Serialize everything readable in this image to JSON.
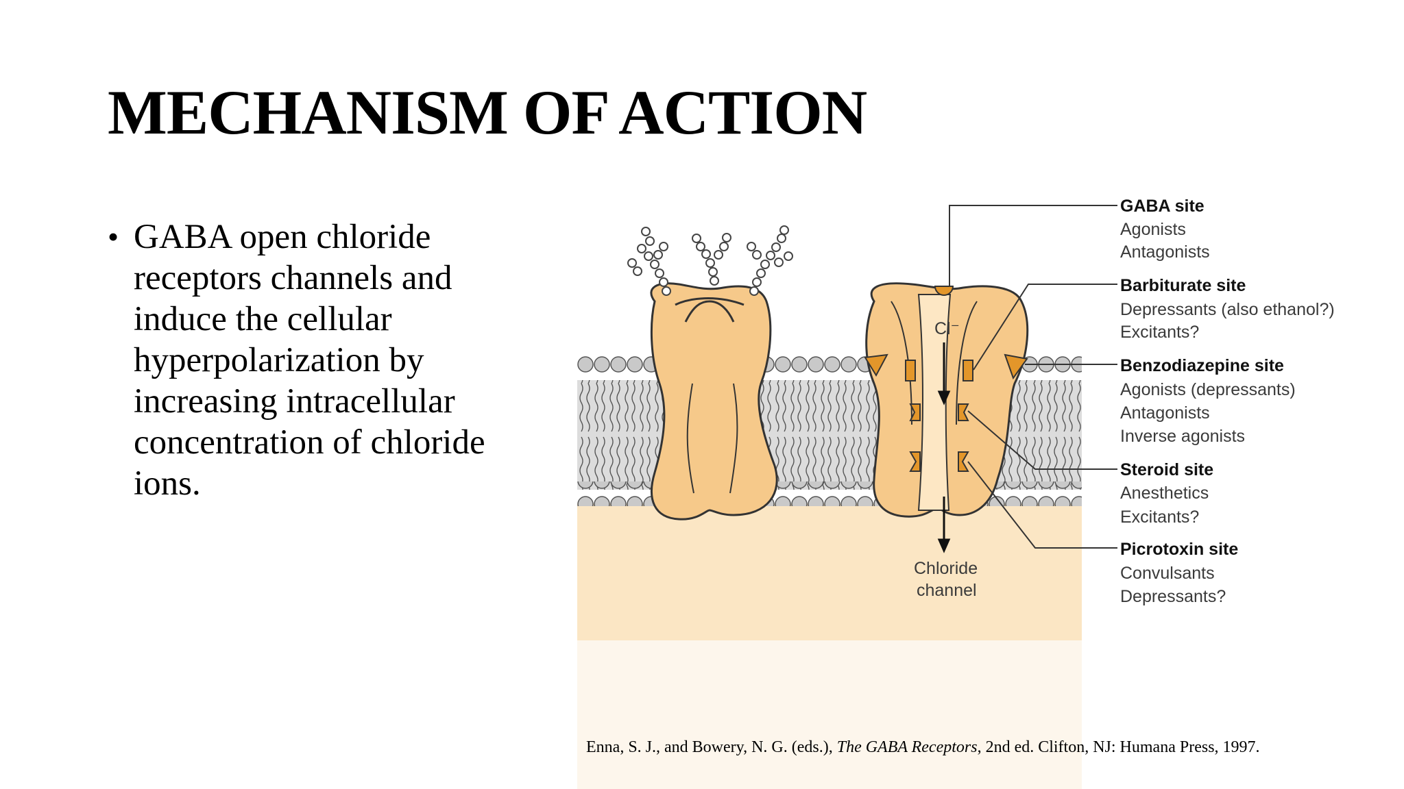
{
  "slide": {
    "title": "MECHANISM OF ACTION",
    "bullet": "GABA open chloride receptors channels and induce the cellular hyperpolarization by increasing intracellular concentration of chloride ions."
  },
  "diagram": {
    "ion_label": "Cl⁻",
    "channel_label_line1": "Chloride",
    "channel_label_line2": "channel",
    "sites": [
      {
        "name": "GABA site",
        "items": [
          "Agonists",
          "Antagonists"
        ]
      },
      {
        "name": "Barbiturate site",
        "items": [
          "Depressants (also ethanol?)",
          "Excitants?"
        ]
      },
      {
        "name": "Benzodiazepine site",
        "items": [
          "Agonists (depressants)",
          "Antagonists",
          "Inverse agonists"
        ]
      },
      {
        "name": "Steroid site",
        "items": [
          "Anesthetics",
          "Excitants?"
        ]
      },
      {
        "name": "Picrotoxin site",
        "items": [
          "Convulsants",
          "Depressants?"
        ]
      }
    ],
    "colors": {
      "protein": "#f6c98a",
      "protein_dark": "#e2a64f",
      "site": "#e3962a",
      "membrane": "#c9c9c9",
      "cytoplasm": "#fbe6c4"
    }
  },
  "citation": {
    "prefix": "Enna, S. J., and Bowery, N. G. (eds.), ",
    "book": "The GABA Receptors",
    "suffix": ", 2nd ed. Clifton, NJ: Humana Press, 1997."
  }
}
